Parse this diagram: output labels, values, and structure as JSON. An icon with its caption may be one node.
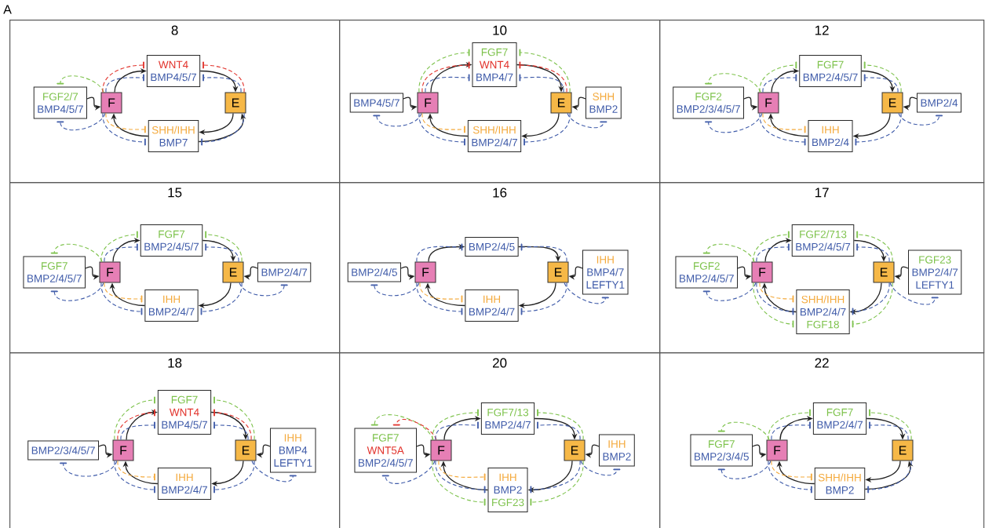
{
  "diagram": {
    "nodes": [
      {
        "text": [
          "8"
        ]
      },
      {
        "text": [
          "FGF2/7",
          "BMP4/5/7"
        ],
        "in": 0
      },
      {
        "text": [
          "F"
        ],
        "in": 0
      },
      {
        "text": [
          "WNT4",
          "BMP4/5/7"
        ],
        "in": 0
      },
      {
        "text": [
          "E"
        ],
        "in": 0
      },
      {
        "text": [
          "SHH/IHH",
          "BMP7"
        ],
        "in": 0
      },
      {
        "text": [
          "10"
        ]
      },
      {
        "text": [
          "BMP4/5/7"
        ],
        "in": 6
      },
      {
        "text": [
          "F"
        ],
        "in": 6
      },
      {
        "text": [
          "FGF7",
          "WNT4",
          "BMP4/7"
        ],
        "in": 6
      },
      {
        "text": [
          "E"
        ],
        "in": 6
      },
      {
        "text": [
          "SHH/IHH",
          "BMP2/4/7"
        ],
        "in": 6
      },
      {
        "text": [
          "SHH",
          "BMP2"
        ],
        "in": 6
      },
      {
        "text": [
          "12"
        ]
      },
      {
        "text": [
          "FGF2",
          "BMP2/3/4/5/7"
        ],
        "in": 13
      },
      {
        "text": [
          "F"
        ],
        "in": 13
      },
      {
        "text": [
          "FGF7",
          "BMP2/4/5/7"
        ],
        "in": 13
      },
      {
        "text": [
          "E"
        ],
        "in": 13
      },
      {
        "text": [
          "IHH",
          "BMP2/4"
        ],
        "in": 13
      },
      {
        "text": [
          "BMP2/4"
        ],
        "in": 13
      },
      {
        "text": [
          "15"
        ]
      },
      {
        "text": [
          "FGF7",
          "BMP2/4/5/7"
        ],
        "in": 20
      },
      {
        "text": [
          "F"
        ],
        "in": 20
      },
      {
        "text": [
          "FGF7",
          "BMP2/4/5/7"
        ],
        "in": 20
      },
      {
        "text": [
          "E"
        ],
        "in": 20
      },
      {
        "text": [
          "IHH",
          "BMP2/4/7"
        ],
        "in": 20
      },
      {
        "text": [
          "BMP2/4/7"
        ],
        "in": 20
      },
      {
        "text": [
          "16"
        ]
      },
      {
        "text": [
          "BMP2/4/5"
        ],
        "in": 27
      },
      {
        "text": [
          "F"
        ],
        "in": 27
      },
      {
        "text": [
          "BMP2/4/5"
        ],
        "in": 27
      },
      {
        "text": [
          "E"
        ],
        "in": 27
      },
      {
        "text": [
          "IHH",
          "BMP2/4/7"
        ],
        "in": 27
      },
      {
        "text": [
          "IHH",
          "BMP4/7",
          "LEFTY1"
        ],
        "in": 27
      },
      {
        "text": [
          "17"
        ]
      },
      {
        "text": [
          "FGF2",
          "BMP2/4/5/7"
        ],
        "in": 34
      },
      {
        "text": [
          "F"
        ],
        "in": 34
      },
      {
        "text": [
          "FGF2/713",
          "BMP2/4/5/7"
        ],
        "in": 34
      },
      {
        "text": [
          "E"
        ],
        "in": 34
      },
      {
        "text": [
          "SHH/IHH",
          "BMP2/4/7",
          "FGF18"
        ],
        "in": 34
      },
      {
        "text": [
          "FGF23",
          "BMP2/4/7",
          "LEFTY1"
        ],
        "in": 34
      },
      {
        "text": [
          "18"
        ]
      },
      {
        "text": [
          "BMP2/3/4/5/7"
        ],
        "in": 41
      },
      {
        "text": [
          "F"
        ],
        "in": 41
      },
      {
        "text": [
          "FGF7",
          "WNT4",
          "BMP4/5/7"
        ],
        "in": 41
      },
      {
        "text": [
          "E"
        ],
        "in": 41
      },
      {
        "text": [
          "IHH",
          "BMP2/4/7"
        ],
        "in": 41
      },
      {
        "text": [
          "IHH",
          "BMP4",
          "LEFTY1"
        ],
        "in": 41
      },
      {
        "text": [
          "20"
        ]
      },
      {
        "text": [
          "FGF7",
          "WNT5A",
          "BMP2/4/5/7"
        ],
        "in": 48
      },
      {
        "text": [
          "F"
        ],
        "in": 48
      },
      {
        "text": [
          "FGF7/13",
          "BMP2/4/7"
        ],
        "in": 48
      },
      {
        "text": [
          "E"
        ],
        "in": 48
      },
      {
        "text": [
          "IHH",
          "BMP2",
          "FGF23"
        ],
        "in": 48
      },
      {
        "text": [
          "IHH",
          "BMP2"
        ],
        "in": 48
      },
      {
        "text": [
          "22"
        ]
      },
      {
        "text": [
          "FGF7",
          "BMP2/3/4/5"
        ],
        "in": 55
      },
      {
        "text": [
          "F"
        ],
        "in": 55
      },
      {
        "text": [
          "FGF7",
          "BMP2/4/7"
        ],
        "in": 55
      },
      {
        "text": [
          "E"
        ],
        "in": 55
      },
      {
        "text": [
          "SHH/IHH",
          "BMP2"
        ],
        "in": 55
      }
    ],
    "edges": [
      {
        "from": 1,
        "to": 2,
        "arrow": "to"
      },
      {
        "from": 2,
        "to": 3,
        "arrow": "to"
      },
      {
        "from": 3,
        "to": 4,
        "arrow": "to"
      },
      {
        "from": 4,
        "to": 5,
        "arrow": "to"
      },
      {
        "from": 5,
        "to": 4,
        "arrow": "to"
      },
      {
        "from": 5,
        "to": 2,
        "arrow": "to"
      },
      {
        "from": 2,
        "to": 1,
        "arrow": "other",
        "style": "dashed",
        "color": "#7dc24b"
      },
      {
        "from": 2,
        "to": 1,
        "arrow": "other",
        "style": "dashed",
        "color": "#3f5ba9"
      },
      {
        "from": 2,
        "to": 3,
        "arrow": "other",
        "style": "dashed",
        "color": "#e2342d"
      },
      {
        "from": 2,
        "to": 3,
        "arrow": "other",
        "style": "dashed",
        "color": "#3f5ba9"
      },
      {
        "from": 4,
        "to": 3,
        "arrow": "other",
        "style": "dashed",
        "color": "#e2342d"
      },
      {
        "from": 4,
        "to": 3,
        "arrow": "other",
        "style": "dashed",
        "color": "#3f5ba9"
      },
      {
        "from": 2,
        "to": 5,
        "arrow": "other",
        "style": "dashed",
        "color": "#f4a93b"
      },
      {
        "from": 2,
        "to": 5,
        "arrow": "other",
        "style": "dashed",
        "color": "#3f5ba9"
      },
      {
        "from": 4,
        "to": 5,
        "arrow": "other",
        "style": "dashed",
        "color": "#3f5ba9"
      },
      {
        "from": 7,
        "to": 8,
        "arrow": "to"
      },
      {
        "from": 8,
        "to": 9,
        "arrow": "to"
      },
      {
        "from": 9,
        "to": 10,
        "arrow": "to"
      },
      {
        "from": 10,
        "to": 11,
        "arrow": "to"
      },
      {
        "from": 11,
        "to": 8,
        "arrow": "to"
      },
      {
        "from": 12,
        "to": 10,
        "arrow": "to"
      },
      {
        "from": 8,
        "to": 7,
        "arrow": "other",
        "style": "dashed",
        "color": "#3f5ba9"
      },
      {
        "from": 8,
        "to": 9,
        "arrow": "other",
        "style": "dashed",
        "color": "#7dc24b"
      },
      {
        "from": 8,
        "to": 9,
        "arrow": "other",
        "style": "dashed",
        "color": "#e2342d"
      },
      {
        "from": 8,
        "to": 9,
        "arrow": "other",
        "style": "dashed",
        "color": "#3f5ba9"
      },
      {
        "from": 10,
        "to": 9,
        "arrow": "other",
        "style": "dashed",
        "color": "#7dc24b"
      },
      {
        "from": 10,
        "to": 9,
        "arrow": "other",
        "style": "dashed",
        "color": "#e2342d"
      },
      {
        "from": 10,
        "to": 9,
        "arrow": "other",
        "style": "dashed",
        "color": "#3f5ba9"
      },
      {
        "from": 8,
        "to": 11,
        "arrow": "other",
        "style": "dashed",
        "color": "#f4a93b"
      },
      {
        "from": 8,
        "to": 11,
        "arrow": "other",
        "style": "dashed",
        "color": "#3f5ba9"
      },
      {
        "from": 10,
        "to": 11,
        "arrow": "other",
        "style": "dashed",
        "color": "#3f5ba9"
      },
      {
        "from": 10,
        "to": 12,
        "arrow": "other",
        "style": "dashed",
        "color": "#3f5ba9"
      },
      {
        "from": 14,
        "to": 15,
        "arrow": "to"
      },
      {
        "from": 15,
        "to": 16,
        "arrow": "to"
      },
      {
        "from": 16,
        "to": 17,
        "arrow": "to"
      },
      {
        "from": 17,
        "to": 18,
        "arrow": "to"
      },
      {
        "from": 18,
        "to": 15,
        "arrow": "to"
      },
      {
        "from": 19,
        "to": 17,
        "arrow": "to"
      },
      {
        "from": 15,
        "to": 14,
        "arrow": "other",
        "style": "dashed",
        "color": "#7dc24b"
      },
      {
        "from": 15,
        "to": 14,
        "arrow": "other",
        "style": "dashed",
        "color": "#3f5ba9"
      },
      {
        "from": 15,
        "to": 16,
        "arrow": "other",
        "style": "dashed",
        "color": "#7dc24b"
      },
      {
        "from": 15,
        "to": 16,
        "arrow": "other",
        "style": "dashed",
        "color": "#3f5ba9"
      },
      {
        "from": 17,
        "to": 16,
        "arrow": "other",
        "style": "dashed",
        "color": "#7dc24b"
      },
      {
        "from": 17,
        "to": 16,
        "arrow": "other",
        "style": "dashed",
        "color": "#3f5ba9"
      },
      {
        "from": 15,
        "to": 18,
        "arrow": "other",
        "style": "dashed",
        "color": "#f4a93b"
      },
      {
        "from": 15,
        "to": 18,
        "arrow": "other",
        "style": "dashed",
        "color": "#3f5ba9"
      },
      {
        "from": 17,
        "to": 18,
        "arrow": "other",
        "style": "dashed",
        "color": "#3f5ba9"
      },
      {
        "from": 17,
        "to": 19,
        "arrow": "other",
        "style": "dashed",
        "color": "#3f5ba9"
      },
      {
        "from": 21,
        "to": 22,
        "arrow": "to"
      },
      {
        "from": 22,
        "to": 23,
        "arrow": "to"
      },
      {
        "from": 23,
        "to": 24,
        "arrow": "to"
      },
      {
        "from": 24,
        "to": 25,
        "arrow": "to"
      },
      {
        "from": 25,
        "to": 22,
        "arrow": "to"
      },
      {
        "from": 26,
        "to": 24,
        "arrow": "to"
      },
      {
        "from": 22,
        "to": 21,
        "arrow": "other",
        "style": "dashed",
        "color": "#7dc24b"
      },
      {
        "from": 22,
        "to": 21,
        "arrow": "other",
        "style": "dashed",
        "color": "#3f5ba9"
      },
      {
        "from": 22,
        "to": 23,
        "arrow": "other",
        "style": "dashed",
        "color": "#7dc24b"
      },
      {
        "from": 22,
        "to": 23,
        "arrow": "other",
        "style": "dashed",
        "color": "#3f5ba9"
      },
      {
        "from": 24,
        "to": 23,
        "arrow": "other",
        "style": "dashed",
        "color": "#7dc24b"
      },
      {
        "from": 24,
        "to": 23,
        "arrow": "other",
        "style": "dashed",
        "color": "#3f5ba9"
      },
      {
        "from": 22,
        "to": 25,
        "arrow": "other",
        "style": "dashed",
        "color": "#f4a93b"
      },
      {
        "from": 22,
        "to": 25,
        "arrow": "other",
        "style": "dashed",
        "color": "#3f5ba9"
      },
      {
        "from": 24,
        "to": 25,
        "arrow": "other",
        "style": "dashed",
        "color": "#3f5ba9"
      },
      {
        "from": 24,
        "to": 26,
        "arrow": "other",
        "style": "dashed",
        "color": "#3f5ba9"
      },
      {
        "from": 28,
        "to": 29,
        "arrow": "to"
      },
      {
        "from": 29,
        "to": 30,
        "arrow": "to"
      },
      {
        "from": 30,
        "to": 31,
        "arrow": "to"
      },
      {
        "from": 31,
        "to": 32,
        "arrow": "to"
      },
      {
        "from": 32,
        "to": 29,
        "arrow": "to"
      },
      {
        "from": 33,
        "to": 31,
        "arrow": "to"
      },
      {
        "from": 29,
        "to": 28,
        "arrow": "other",
        "style": "dashed",
        "color": "#3f5ba9"
      },
      {
        "from": 29,
        "to": 30,
        "arrow": "other",
        "style": "dashed",
        "color": "#3f5ba9"
      },
      {
        "from": 31,
        "to": 30,
        "arrow": "other",
        "style": "dashed",
        "color": "#3f5ba9"
      },
      {
        "from": 29,
        "to": 32,
        "arrow": "other",
        "style": "dashed",
        "color": "#f4a93b"
      },
      {
        "from": 29,
        "to": 32,
        "arrow": "other",
        "style": "dashed",
        "color": "#3f5ba9"
      },
      {
        "from": 31,
        "to": 32,
        "arrow": "other",
        "style": "dashed",
        "color": "#3f5ba9"
      },
      {
        "from": 31,
        "to": 33,
        "arrow": "other",
        "style": "dashed",
        "color": "#3f5ba9"
      },
      {
        "from": 35,
        "to": 36,
        "arrow": "to"
      },
      {
        "from": 36,
        "to": 37,
        "arrow": "to"
      },
      {
        "from": 37,
        "to": 38,
        "arrow": "to"
      },
      {
        "from": 38,
        "to": 39,
        "arrow": "to"
      },
      {
        "from": 39,
        "to": 36,
        "arrow": "to"
      },
      {
        "from": 40,
        "to": 38,
        "arrow": "to"
      },
      {
        "from": 36,
        "to": 35,
        "arrow": "other",
        "style": "dashed",
        "color": "#7dc24b"
      },
      {
        "from": 36,
        "to": 35,
        "arrow": "other",
        "style": "dashed",
        "color": "#3f5ba9"
      },
      {
        "from": 36,
        "to": 37,
        "arrow": "other",
        "style": "dashed",
        "color": "#7dc24b"
      },
      {
        "from": 36,
        "to": 37,
        "arrow": "other",
        "style": "dashed",
        "color": "#3f5ba9"
      },
      {
        "from": 38,
        "to": 37,
        "arrow": "other",
        "style": "dashed",
        "color": "#7dc24b"
      },
      {
        "from": 38,
        "to": 37,
        "arrow": "other",
        "style": "dashed",
        "color": "#3f5ba9"
      },
      {
        "from": 36,
        "to": 39,
        "arrow": "other",
        "style": "dashed",
        "color": "#f4a93b"
      },
      {
        "from": 36,
        "to": 39,
        "arrow": "other",
        "style": "dashed",
        "color": "#3f5ba9"
      },
      {
        "from": 36,
        "to": 39,
        "arrow": "other",
        "style": "dashed",
        "color": "#7dc24b"
      },
      {
        "from": 38,
        "to": 39,
        "arrow": "other",
        "style": "dashed",
        "color": "#3f5ba9"
      },
      {
        "from": 38,
        "to": 39,
        "arrow": "other",
        "style": "dashed",
        "color": "#7dc24b"
      },
      {
        "from": 38,
        "to": 40,
        "arrow": "other",
        "style": "dashed",
        "color": "#3f5ba9"
      },
      {
        "from": 42,
        "to": 43,
        "arrow": "to"
      },
      {
        "from": 43,
        "to": 44,
        "arrow": "to"
      },
      {
        "from": 44,
        "to": 45,
        "arrow": "to"
      },
      {
        "from": 45,
        "to": 46,
        "arrow": "to"
      },
      {
        "from": 46,
        "to": 43,
        "arrow": "to"
      },
      {
        "from": 47,
        "to": 45,
        "arrow": "to"
      },
      {
        "from": 43,
        "to": 42,
        "arrow": "other",
        "style": "dashed",
        "color": "#3f5ba9"
      },
      {
        "from": 43,
        "to": 44,
        "arrow": "other",
        "style": "dashed",
        "color": "#7dc24b"
      },
      {
        "from": 43,
        "to": 44,
        "arrow": "other",
        "style": "dashed",
        "color": "#e2342d"
      },
      {
        "from": 43,
        "to": 44,
        "arrow": "other",
        "style": "dashed",
        "color": "#3f5ba9"
      },
      {
        "from": 45,
        "to": 44,
        "arrow": "other",
        "style": "dashed",
        "color": "#7dc24b"
      },
      {
        "from": 45,
        "to": 44,
        "arrow": "other",
        "style": "dashed",
        "color": "#e2342d"
      },
      {
        "from": 45,
        "to": 44,
        "arrow": "other",
        "style": "dashed",
        "color": "#3f5ba9"
      },
      {
        "from": 43,
        "to": 46,
        "arrow": "other",
        "style": "dashed",
        "color": "#f4a93b"
      },
      {
        "from": 43,
        "to": 46,
        "arrow": "other",
        "style": "dashed",
        "color": "#3f5ba9"
      },
      {
        "from": 45,
        "to": 46,
        "arrow": "other",
        "style": "dashed",
        "color": "#3f5ba9"
      },
      {
        "from": 45,
        "to": 47,
        "arrow": "other",
        "style": "dashed",
        "color": "#3f5ba9"
      },
      {
        "from": 49,
        "to": 50,
        "arrow": "to"
      },
      {
        "from": 50,
        "to": 51,
        "arrow": "to"
      },
      {
        "from": 51,
        "to": 52,
        "arrow": "to"
      },
      {
        "from": 52,
        "to": 53,
        "arrow": "to"
      },
      {
        "from": 53,
        "to": 50,
        "arrow": "to"
      },
      {
        "from": 54,
        "to": 52,
        "arrow": "to"
      },
      {
        "from": 50,
        "to": 49,
        "arrow": "other",
        "style": "dashed",
        "color": "#7dc24b"
      },
      {
        "from": 50,
        "to": 49,
        "arrow": "other",
        "style": "dashed",
        "color": "#e2342d"
      },
      {
        "from": 50,
        "to": 49,
        "arrow": "other",
        "style": "dashed",
        "color": "#3f5ba9"
      },
      {
        "from": 50,
        "to": 51,
        "arrow": "other",
        "style": "dashed",
        "color": "#7dc24b"
      },
      {
        "from": 50,
        "to": 51,
        "arrow": "other",
        "style": "dashed",
        "color": "#3f5ba9"
      },
      {
        "from": 52,
        "to": 51,
        "arrow": "other",
        "style": "dashed",
        "color": "#7dc24b"
      },
      {
        "from": 52,
        "to": 51,
        "arrow": "other",
        "style": "dashed",
        "color": "#3f5ba9"
      },
      {
        "from": 50,
        "to": 53,
        "arrow": "other",
        "style": "dashed",
        "color": "#f4a93b"
      },
      {
        "from": 50,
        "to": 53,
        "arrow": "other",
        "style": "dashed",
        "color": "#3f5ba9"
      },
      {
        "from": 50,
        "to": 53,
        "arrow": "other",
        "style": "dashed",
        "color": "#7dc24b"
      },
      {
        "from": 52,
        "to": 53,
        "arrow": "other",
        "style": "dashed",
        "color": "#3f5ba9"
      },
      {
        "from": 52,
        "to": 53,
        "arrow": "other",
        "style": "dashed",
        "color": "#7dc24b"
      },
      {
        "from": 52,
        "to": 54,
        "arrow": "other",
        "style": "dashed",
        "color": "#3f5ba9"
      },
      {
        "from": 56,
        "to": 57,
        "arrow": "to"
      },
      {
        "from": 57,
        "to": 58,
        "arrow": "to"
      },
      {
        "from": 58,
        "to": 59,
        "arrow": "to"
      },
      {
        "from": 59,
        "to": 60,
        "arrow": "to"
      },
      {
        "from": 60,
        "to": 59,
        "arrow": "to"
      },
      {
        "from": 60,
        "to": 57,
        "arrow": "to"
      },
      {
        "from": 57,
        "to": 56,
        "arrow": "other",
        "style": "dashed",
        "color": "#7dc24b"
      },
      {
        "from": 57,
        "to": 56,
        "arrow": "other",
        "style": "dashed",
        "color": "#3f5ba9"
      },
      {
        "from": 57,
        "to": 58,
        "arrow": "other",
        "style": "dashed",
        "color": "#7dc24b"
      },
      {
        "from": 57,
        "to": 58,
        "arrow": "other",
        "style": "dashed",
        "color": "#3f5ba9"
      },
      {
        "from": 59,
        "to": 58,
        "arrow": "other",
        "style": "dashed",
        "color": "#7dc24b"
      },
      {
        "from": 59,
        "to": 58,
        "arrow": "other",
        "style": "dashed",
        "color": "#3f5ba9"
      },
      {
        "from": 57,
        "to": 60,
        "arrow": "other",
        "style": "dashed",
        "color": "#f4a93b"
      },
      {
        "from": 57,
        "to": 60,
        "arrow": "other",
        "style": "dashed",
        "color": "#3f5ba9"
      },
      {
        "from": 59,
        "to": 60,
        "arrow": "other",
        "style": "dashed",
        "color": "#3f5ba9"
      }
    ],
    "labels": [
      "A"
    ]
  }
}
